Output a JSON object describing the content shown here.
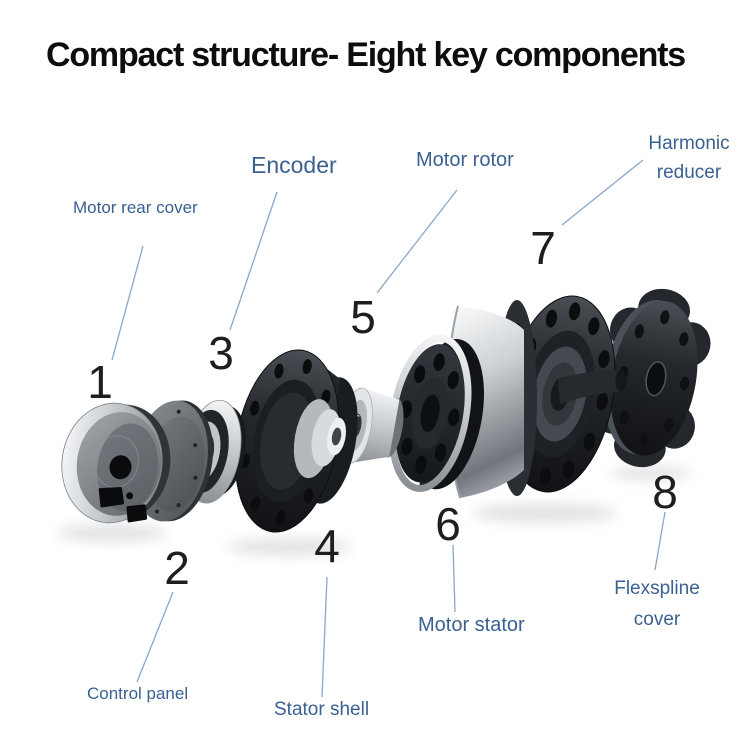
{
  "title": {
    "text": "Compact structure- Eight key components"
  },
  "colors": {
    "background": "#ffffff",
    "title_text": "#0d0d0e",
    "label_text": "#3a6191",
    "leader_line": "#8ba6c9",
    "number_text": "#1d1e20",
    "metal_light": "#f2f4f5",
    "metal_dark": "#17191c"
  },
  "components": [
    {
      "number": "1",
      "label": "Motor rear cover"
    },
    {
      "number": "2",
      "label": "Control panel"
    },
    {
      "number": "3",
      "label": "Encoder"
    },
    {
      "number": "4",
      "label": "Stator shell"
    },
    {
      "number": "5",
      "label": "Motor rotor"
    },
    {
      "number": "6",
      "label": "Motor stator"
    },
    {
      "number": "7",
      "label": "Harmonic reducer"
    },
    {
      "number": "8",
      "label": "Flexspline cover"
    }
  ]
}
